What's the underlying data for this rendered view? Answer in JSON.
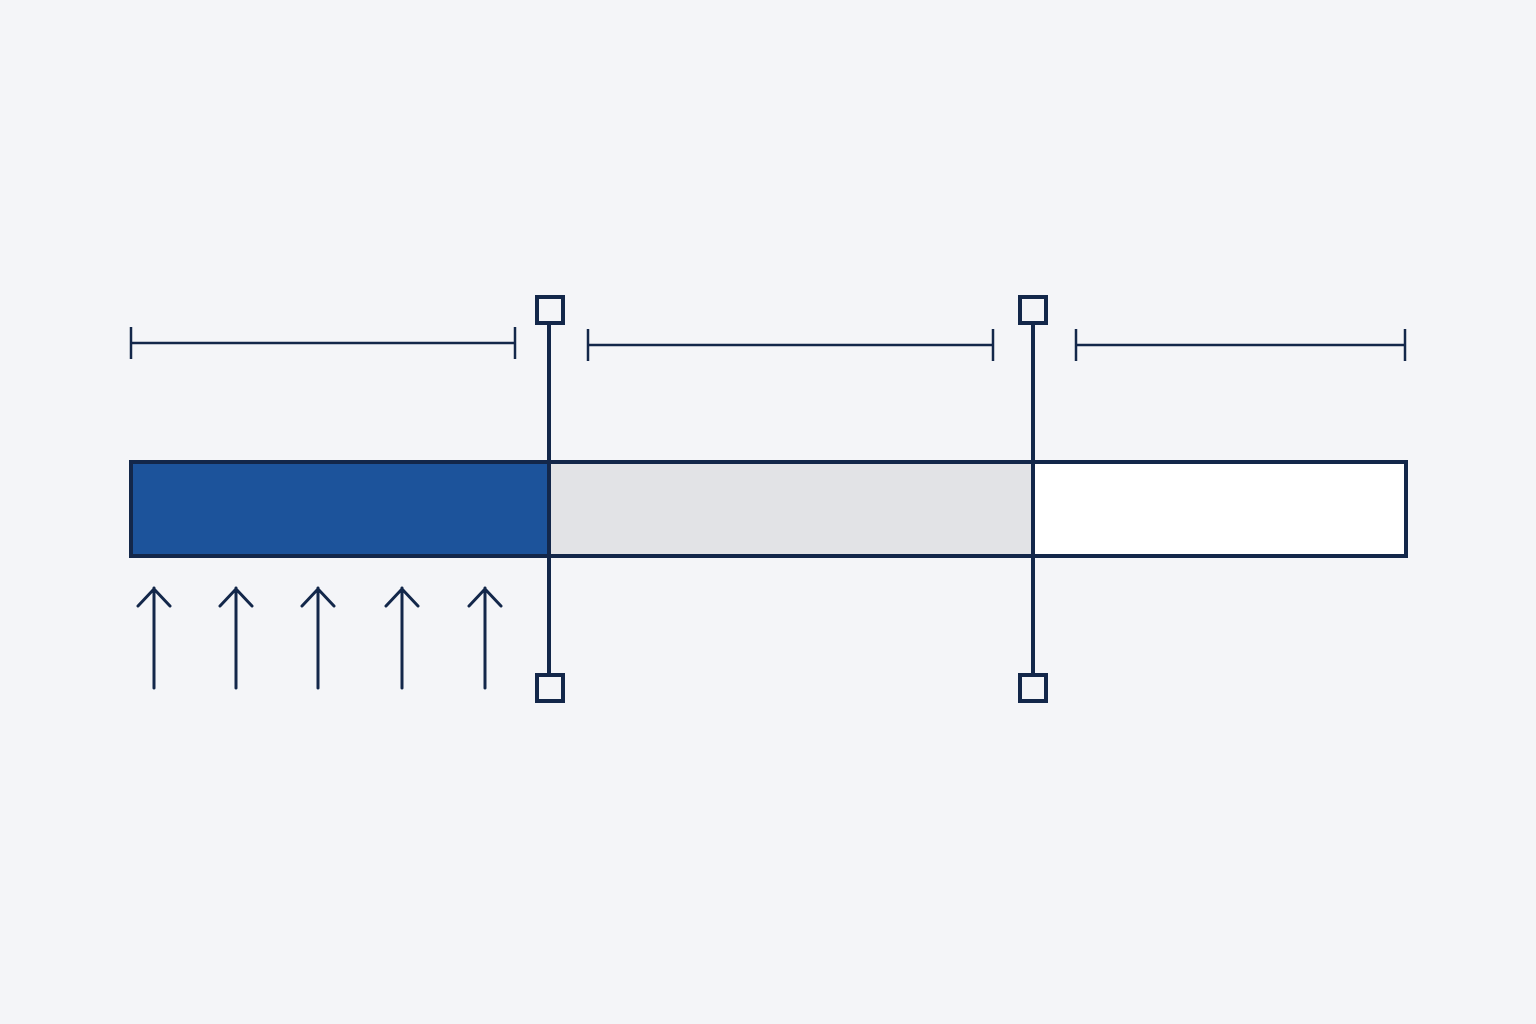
{
  "colors": {
    "background": "#f4f5f8",
    "stroke": "#13274a",
    "segment_filled": "#1c539b",
    "segment_partial": "#e2e3e6",
    "segment_empty": "#ffffff"
  },
  "segments": [
    {
      "state": "filled"
    },
    {
      "state": "partial"
    },
    {
      "state": "empty"
    }
  ],
  "dividers": [
    {
      "handle_icon": "square-handle-icon"
    },
    {
      "handle_icon": "square-handle-icon"
    }
  ],
  "span_markers": [
    {
      "icon": "dimension-line-icon"
    },
    {
      "icon": "dimension-line-icon"
    },
    {
      "icon": "dimension-line-icon"
    }
  ],
  "arrows": {
    "count": 5,
    "icon": "up-arrow-icon"
  }
}
